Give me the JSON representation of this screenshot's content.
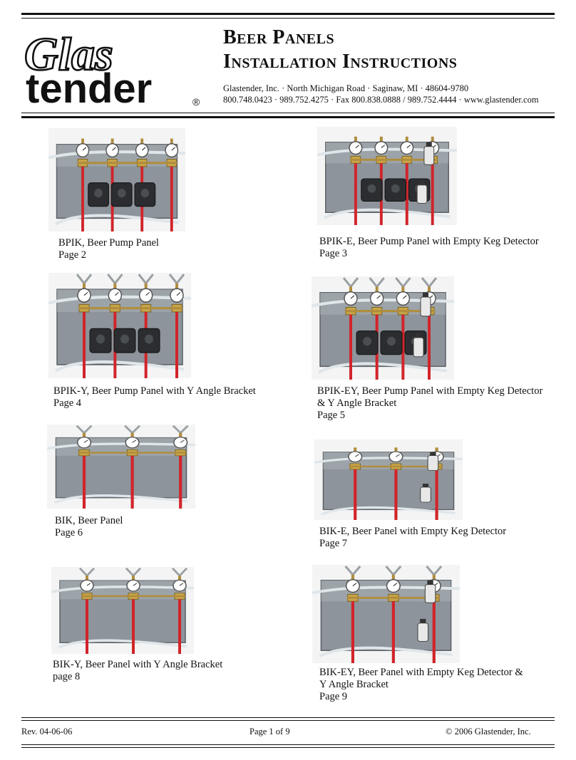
{
  "header": {
    "logo_text_top": "Glas",
    "logo_text_bottom": "tender",
    "logo_mark": "®",
    "title_line1": "Beer Panels",
    "title_line2": "Installation Instructions",
    "contact_line1": "Glastender, Inc. · North Michigan Road · Saginaw, MI · 48604-9780",
    "contact_line2": "800.748.0423 · 989.752.4275 · Fax 800.838.0888 / 989.752.4444 · www.glastender.com"
  },
  "panels": [
    {
      "line1": "BPIK, Beer Pump Panel",
      "line2": "Page 2",
      "line3": ""
    },
    {
      "line1": "BPIK-E, Beer Pump Panel with Empty Keg Detector",
      "line2": "Page 3",
      "line3": ""
    },
    {
      "line1": "BPIK-Y, Beer Pump Panel with Y Angle Bracket",
      "line2": "Page 4",
      "line3": ""
    },
    {
      "line1": "BPIK-EY, Beer Pump Panel with Empty Keg Detector",
      "line2": "& Y Angle Bracket",
      "line3": "Page 5"
    },
    {
      "line1": "BIK, Beer Panel",
      "line2": "Page 6",
      "line3": ""
    },
    {
      "line1": "BIK-E, Beer Panel with Empty Keg Detector",
      "line2": "Page 7",
      "line3": ""
    },
    {
      "line1": "BIK-Y, Beer Panel with Y Angle Bracket",
      "line2": "page 8",
      "line3": ""
    },
    {
      "line1": "BIK-EY, Beer Panel with Empty Keg Detector &",
      "line2": "Y Angle Bracket",
      "line3": "Page 9"
    }
  ],
  "footer": {
    "revision": "Rev. 04-06-06",
    "page": "Page 1 of 9",
    "copyright": "© 2006 Glastender, Inc."
  }
}
